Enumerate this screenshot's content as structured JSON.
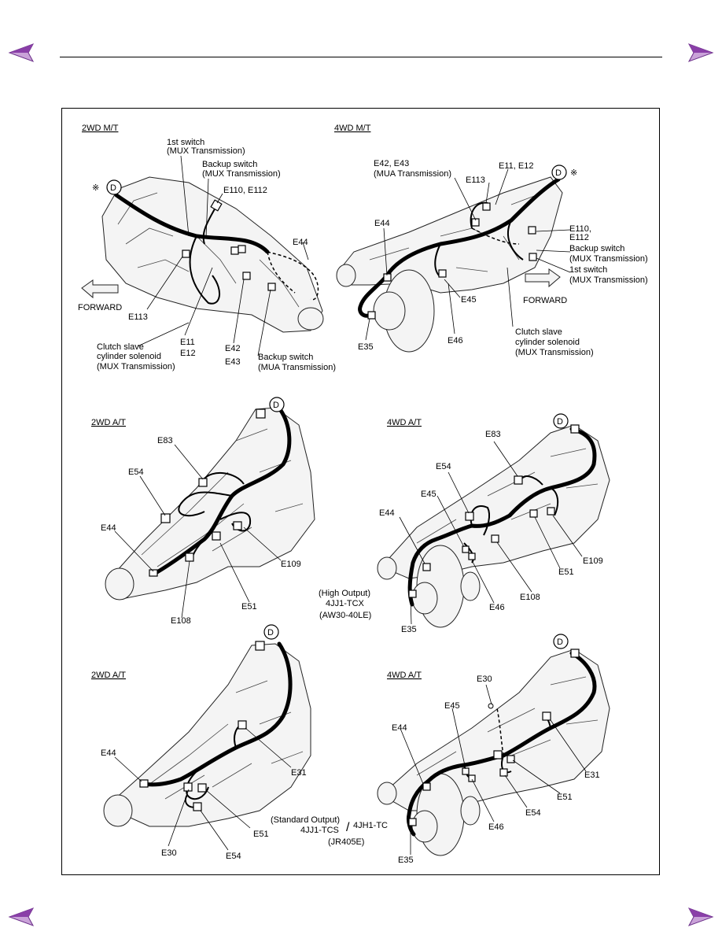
{
  "colors": {
    "nav_arrow": "#8a3fa8",
    "nav_arrow_light": "#c9a2d8"
  },
  "nav": {
    "prev_icon": "arrow-left-icon",
    "next_icon": "arrow-right-icon"
  },
  "panels": {
    "mt2wd": {
      "title": "2WD M/T",
      "mark": "※",
      "d": "D",
      "first_switch": [
        "1st switch",
        "(MUX Transmission)"
      ],
      "backup_mux": [
        "Backup switch",
        "(MUX Transmission)"
      ],
      "e110": "E110, E112",
      "e44": "E44",
      "forward": "FORWARD",
      "e113": "E113",
      "clutch": [
        "Clutch slave",
        "cylinder solenoid",
        "(MUX Transmission)"
      ],
      "e11": [
        "E11",
        "E12"
      ],
      "e42": [
        "E42",
        "E43"
      ],
      "backup_mua": [
        "Backup switch",
        "(MUA Transmission)"
      ]
    },
    "mt4wd": {
      "title": "4WD M/T",
      "mark": "※",
      "d": "D",
      "e42": [
        "E42, E43",
        "(MUA Transmission)"
      ],
      "e11": "E11, E12",
      "e113": "E113",
      "e44": "E44",
      "e110": [
        "E110,",
        "E112"
      ],
      "backup_mux": [
        "Backup switch",
        "(MUX Transmission)"
      ],
      "first_switch": [
        "1st switch",
        "(MUX Transmission)"
      ],
      "forward": "FORWARD",
      "e45": "E45",
      "e46": "E46",
      "e35": "E35",
      "clutch": [
        "Clutch slave",
        "cylinder solenoid",
        "(MUX Transmission)"
      ]
    },
    "at2wd_a": {
      "title": "2WD A/T",
      "d": "D",
      "e83": "E83",
      "e54": "E54",
      "e44": "E44",
      "e109": "E109",
      "e51": "E51",
      "e108": "E108"
    },
    "at4wd_a": {
      "title": "4WD A/T",
      "d": "D",
      "e83": "E83",
      "e54": "E54",
      "e45": "E45",
      "e44": "E44",
      "e109": "E109",
      "e51": "E51",
      "e108": "E108",
      "e46": "E46",
      "e35": "E35"
    },
    "high_output": [
      "(High Output)",
      "4JJ1-TCX",
      "(AW30-40LE)"
    ],
    "at2wd_b": {
      "title": "2WD A/T",
      "d": "D",
      "e31": "E31",
      "e44": "E44",
      "e51": "E51",
      "e30": "E30",
      "e54": "E54"
    },
    "at4wd_b": {
      "title": "4WD A/T",
      "d": "D",
      "e30": "E30",
      "e45": "E45",
      "e44": "E44",
      "e31": "E31",
      "e51": "E51",
      "e54": "E54",
      "e46": "E46",
      "e35": "E35"
    },
    "standard_output": [
      "(Standard Output)",
      "4JJ1-TCS",
      "/",
      "4JH1-TC",
      "(JR405E)"
    ]
  }
}
